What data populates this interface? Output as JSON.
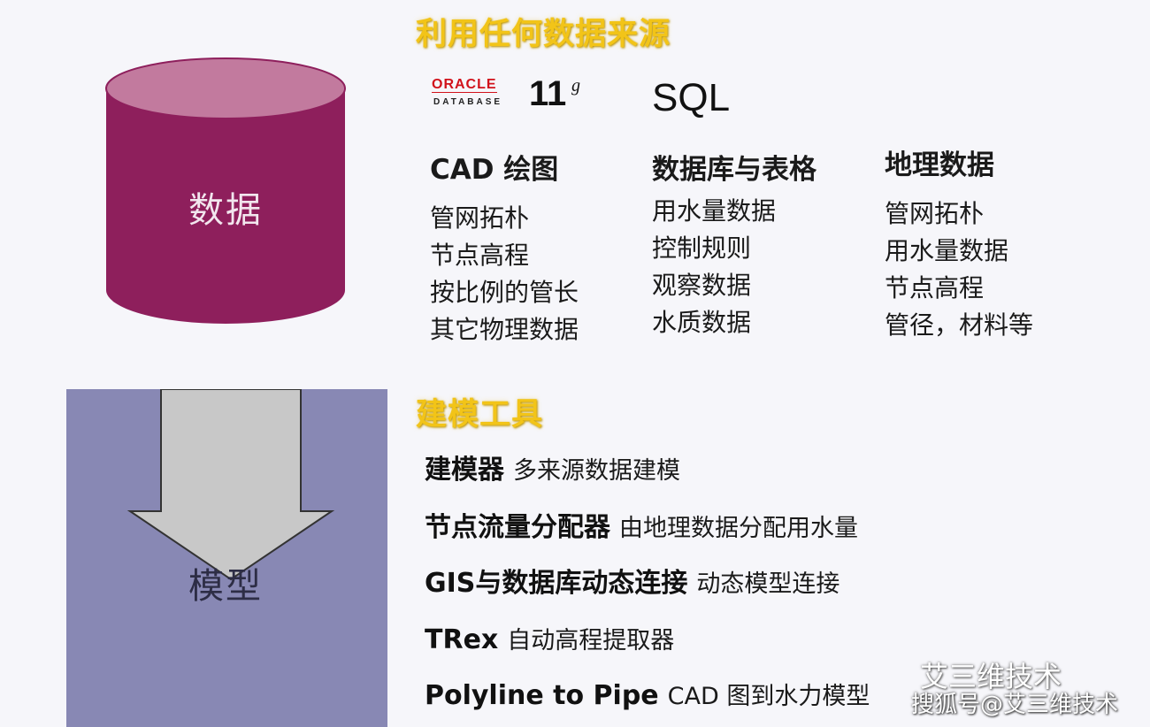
{
  "colors": {
    "cylinder_body": "#8e1f5c",
    "cylinder_top": "#c27a9e",
    "model_panel": "#8888b4",
    "arrow_fill": "#c8c8c8",
    "heading_yellow": "#f2c418",
    "oracle_red": "#d1121b"
  },
  "data_source": {
    "heading": "利用任何数据来源",
    "cylinder_label": "数据",
    "oracle_logo": {
      "word": "ORACLE",
      "sub": "DATABASE",
      "version": "11",
      "suffix": "g"
    },
    "sql_label": "SQL",
    "columns": [
      {
        "heading": "CAD 绘图",
        "items": [
          "管网拓朴",
          "节点高程",
          "按比例的管长",
          "其它物理数据"
        ]
      },
      {
        "heading": "数据库与表格",
        "items": [
          "用水量数据",
          "控制规则",
          "观察数据",
          "水质数据"
        ]
      },
      {
        "heading": "地理数据",
        "items": [
          "管网拓朴",
          "用水量数据",
          "节点高程",
          "管径，材料等"
        ]
      }
    ]
  },
  "modeling": {
    "heading": "建模工具",
    "model_label": "模型",
    "tools": [
      {
        "name": "建模器",
        "desc": "多来源数据建模"
      },
      {
        "name": "节点流量分配器",
        "desc": "由地理数据分配用水量"
      },
      {
        "name": "GIS与数据库动态连接",
        "desc": "动态模型连接"
      },
      {
        "name": "TRex",
        "desc": "自动高程提取器"
      },
      {
        "name": "Polyline to Pipe",
        "desc": "CAD 图到水力模型"
      }
    ]
  },
  "watermarks": {
    "wechat": "艾三维技术",
    "sohu": "搜狐号@艾三维技术"
  }
}
